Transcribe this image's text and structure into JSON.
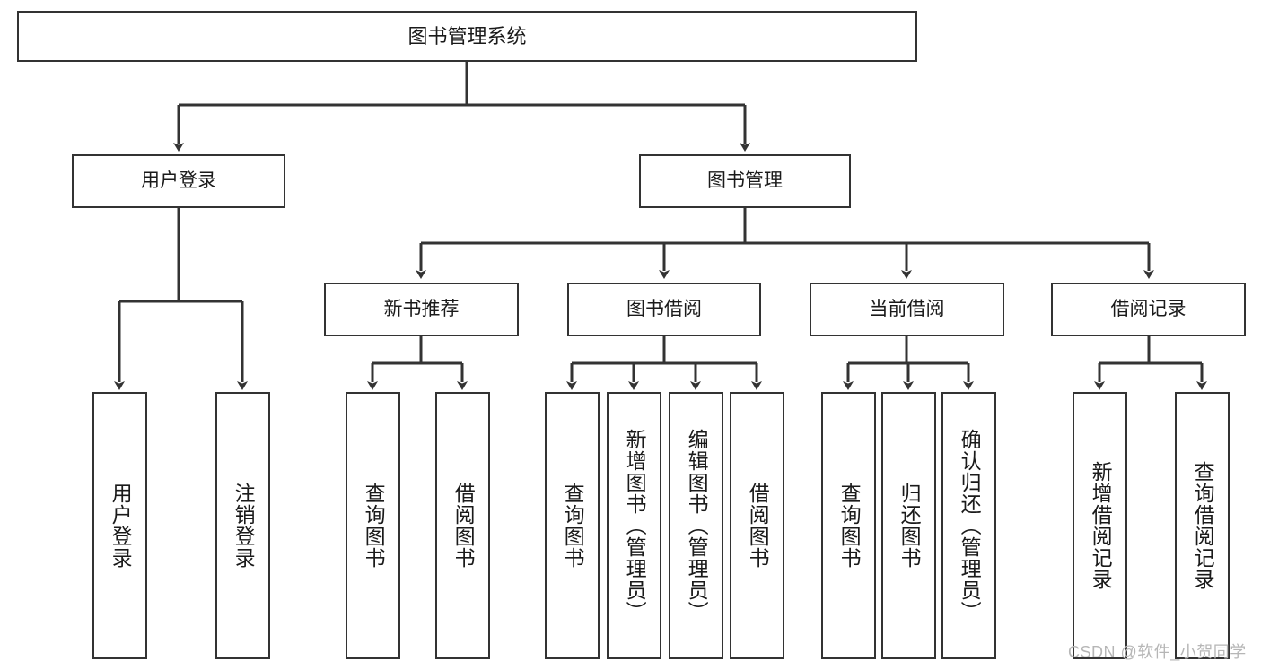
{
  "diagram": {
    "title": "图书管理系统",
    "watermark": "CSDN @软件_小贺同学",
    "colors": {
      "stroke": "#333333",
      "background": "#ffffff",
      "text": "#1a1a1a",
      "watermark": "#b6b6b6"
    },
    "nodes": {
      "root": {
        "label": "图书管理系统"
      },
      "level2": [
        {
          "label": "用户登录"
        },
        {
          "label": "图书管理"
        }
      ],
      "level3": [
        {
          "label": "新书推荐"
        },
        {
          "label": "图书借阅"
        },
        {
          "label": "当前借阅"
        },
        {
          "label": "借阅记录"
        }
      ],
      "leaves": {
        "user_login": [
          {
            "label": "用户登录"
          },
          {
            "label": "注销登录"
          }
        ],
        "new_book_recommend": [
          {
            "label": "查询图书"
          },
          {
            "label": "借阅图书"
          }
        ],
        "book_borrow": [
          {
            "label": "查询图书"
          },
          {
            "label": "新增图书（管理员）"
          },
          {
            "label": "编辑图书（管理员）"
          },
          {
            "label": "借阅图书"
          }
        ],
        "current_borrow": [
          {
            "label": "查询图书"
          },
          {
            "label": "归还图书"
          },
          {
            "label": "确认归还（管理员）"
          }
        ],
        "borrow_record": [
          {
            "label": "新增借阅记录"
          },
          {
            "label": "查询借阅记录"
          }
        ]
      }
    }
  }
}
